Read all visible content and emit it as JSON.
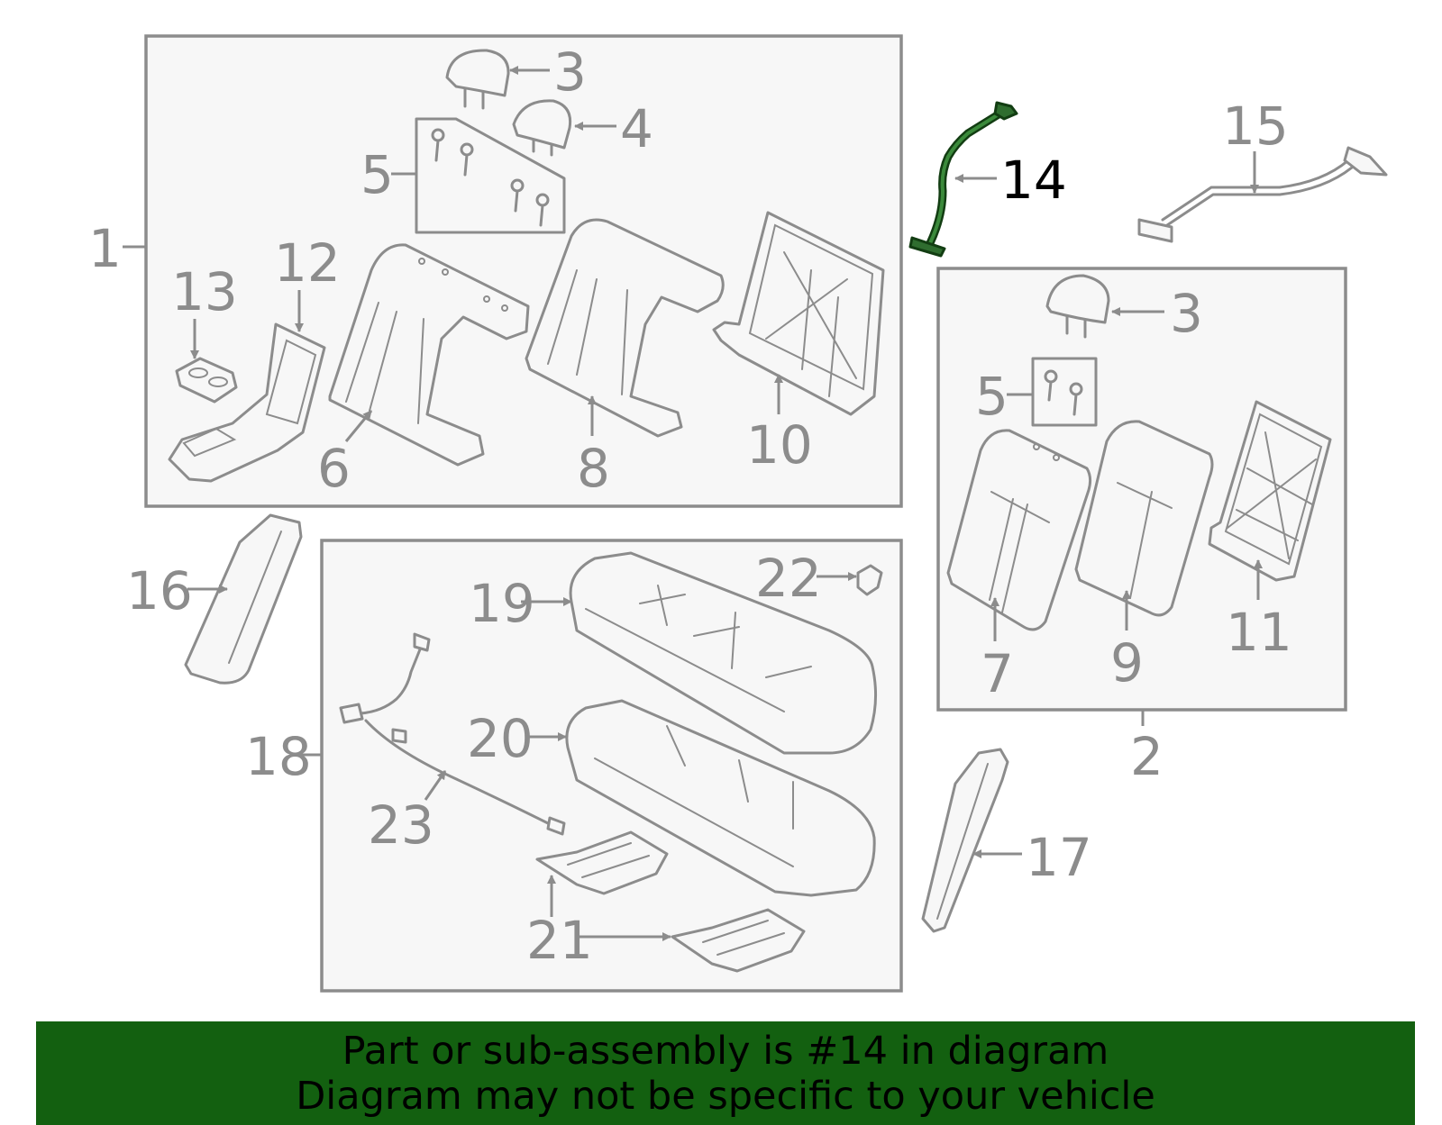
{
  "callouts": {
    "c1": "1",
    "c2": "2",
    "c3a": "3",
    "c3b": "3",
    "c4": "4",
    "c5a": "5",
    "c5b": "5",
    "c6": "6",
    "c7": "7",
    "c8": "8",
    "c9": "9",
    "c10": "10",
    "c11": "11",
    "c12": "12",
    "c13": "13",
    "c14": "14",
    "c15": "15",
    "c16": "16",
    "c17": "17",
    "c18": "18",
    "c19": "19",
    "c20": "20",
    "c21": "21",
    "c22": "22",
    "c23": "23"
  },
  "highlighted_part": "14",
  "banner": {
    "line1": "Part or sub-assembly is #14 in diagram",
    "line2": "Diagram may not be specific to your vehicle"
  },
  "colors": {
    "banner_background": "#136010",
    "highlight_part": "#2f6d2f",
    "diagram_lines": "#8c8c8c"
  }
}
